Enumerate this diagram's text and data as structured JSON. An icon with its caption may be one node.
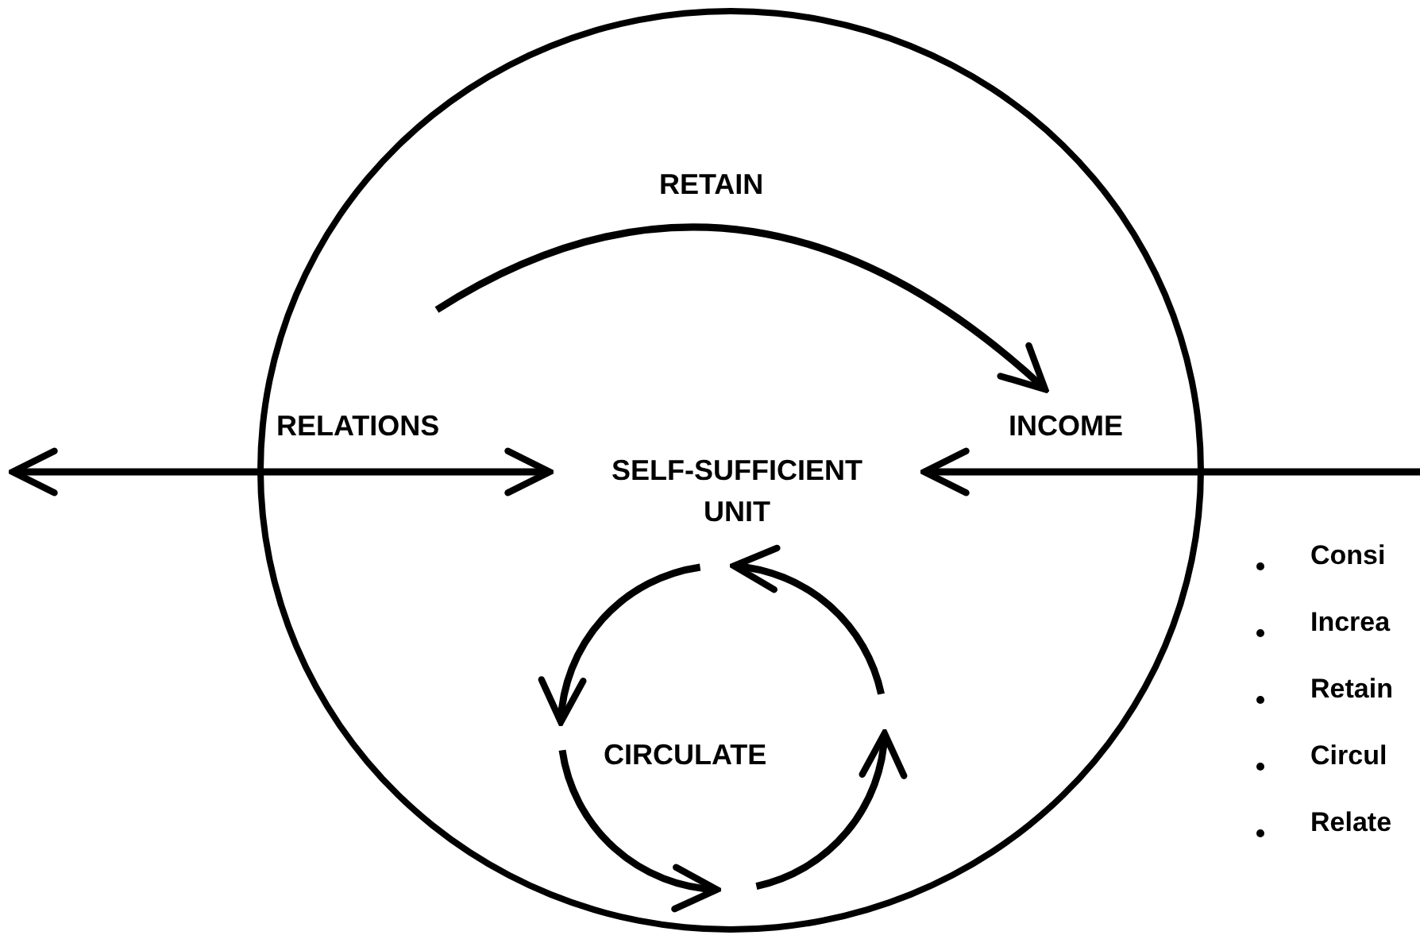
{
  "diagram": {
    "nodes": [
      {
        "text": [],
        "shape": "circle"
      },
      {
        "text": [
          "SELF-SUFFICIENT UNIT"
        ],
        "in": 0
      }
    ],
    "edges": [
      {
        "from": null,
        "to": 1,
        "arrow": "both",
        "label": "RELATIONS"
      },
      {
        "from": null,
        "to": 1,
        "arrow": "to",
        "label": "INCOME"
      }
    ],
    "labels": [
      "RETAIN",
      "CIRCULATE",
      "Consi",
      "Increa",
      "Retain",
      "Circul",
      "Relate"
    ]
  }
}
